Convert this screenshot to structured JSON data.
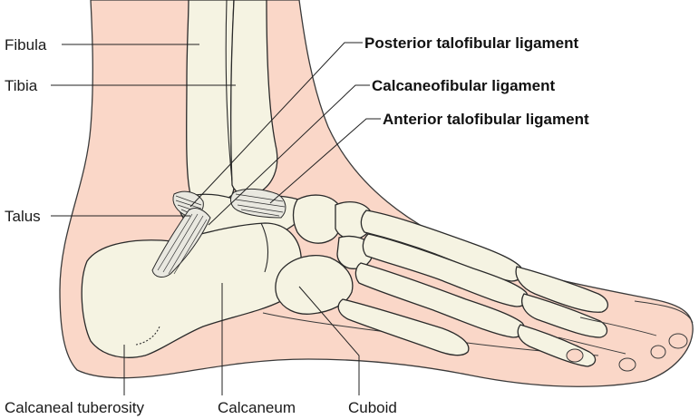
{
  "colors": {
    "skin": "#fad7c8",
    "skin_outline": "#3a3a3a",
    "bone": "#f5f3e2",
    "ligament": "#e9e8e0",
    "leader_lines": "#222222"
  },
  "labels": {
    "fibula": "Fibula",
    "tibia": "Tibia",
    "talus": "Talus",
    "posterior_talofibular_ligament": "Posterior talofibular ligament",
    "calcaneofibular_ligament": "Calcaneofibular ligament",
    "anterior_talofibular_ligament": "Anterior talofibular ligament",
    "calcaneal_tuberosity": "Calcaneal tuberosity",
    "calcaneum": "Calcaneum",
    "cuboid": "Cuboid"
  }
}
